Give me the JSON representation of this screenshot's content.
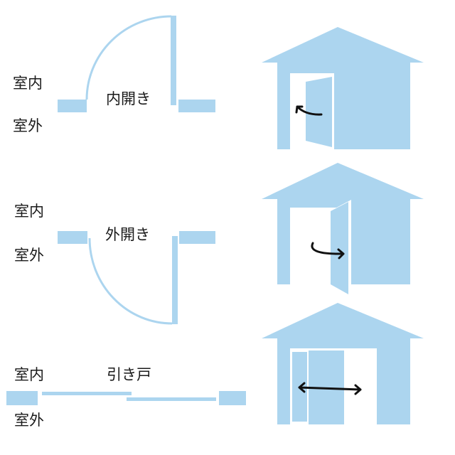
{
  "colors": {
    "fill": "#acd5ef",
    "arrow": "#111111"
  },
  "inward": {
    "indoor": "室内",
    "outdoor": "室外",
    "title": "内開き"
  },
  "outward": {
    "indoor": "室内",
    "outdoor": "室外",
    "title": "外開き"
  },
  "sliding": {
    "indoor": "室内",
    "outdoor": "室外",
    "title": "引き戸"
  }
}
